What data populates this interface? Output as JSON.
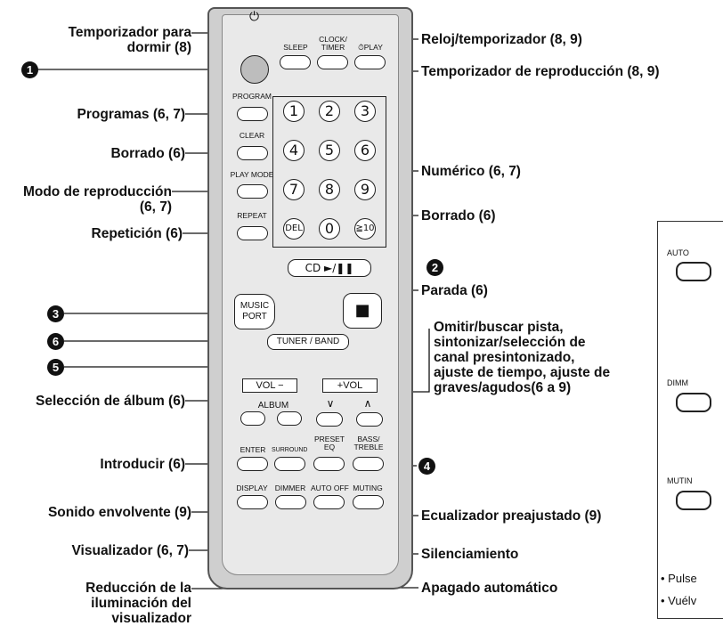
{
  "labels_left": [
    {
      "key": "sleep",
      "lines": [
        "Temporizador para",
        "dormir (8)"
      ]
    },
    {
      "key": "program",
      "lines": [
        "Programas (6, 7)"
      ]
    },
    {
      "key": "clear",
      "lines": [
        "Borrado (6)"
      ]
    },
    {
      "key": "playmode",
      "lines": [
        "Modo de reproducción",
        "(6, 7)"
      ]
    },
    {
      "key": "repeat",
      "lines": [
        "Repetición (6)"
      ]
    },
    {
      "key": "album",
      "lines": [
        "Selección de álbum (6)"
      ]
    },
    {
      "key": "enter",
      "lines": [
        "Introducir (6)"
      ]
    },
    {
      "key": "surround",
      "lines": [
        "Sonido envolvente (9)"
      ]
    },
    {
      "key": "display",
      "lines": [
        "Visualizador (6, 7)"
      ]
    },
    {
      "key": "dimmer",
      "lines": [
        "Reducción de la",
        "iluminación del",
        "visualizador"
      ]
    }
  ],
  "labels_right": [
    {
      "key": "clock",
      "text": "Reloj/temporizador (8, 9)"
    },
    {
      "key": "playtimer",
      "text": "Temporizador de reproducción (8, 9)"
    },
    {
      "key": "numeric",
      "text": "Numérico (6, 7)"
    },
    {
      "key": "del",
      "text": "Borrado (6)"
    },
    {
      "key": "stop",
      "text": "Parada (6)"
    },
    {
      "key": "skip",
      "lines": [
        "Omitir/buscar pista,",
        "sintonizar/selección de",
        "canal presintonizado,",
        "ajuste de tiempo, ajuste de",
        "graves/agudos(6 a 9)"
      ]
    },
    {
      "key": "preseteq",
      "text": "Ecualizador preajustado (9)"
    },
    {
      "key": "muting",
      "text": "Silenciamiento"
    },
    {
      "key": "autooff",
      "text": "Apagado automático"
    }
  ],
  "markers": [
    "1",
    "2",
    "3",
    "6",
    "5",
    "4"
  ],
  "remote": {
    "sleep": "SLEEP",
    "clock": "CLOCK/\nTIMER",
    "playtimer": "⏱PLAY",
    "program": "PROGRAM",
    "clear": "CLEAR",
    "playmode": "PLAY MODE",
    "repeat": "REPEAT",
    "digits": [
      "1",
      "2",
      "3",
      "4",
      "5",
      "6",
      "7",
      "8",
      "9"
    ],
    "del": "DEL",
    "zero": "0",
    "ten": "≧10",
    "cd": "CD ►/❚❚",
    "music": "MUSIC\nPORT",
    "stop": "■",
    "tuner": "TUNER / BAND",
    "vol_minus": "VOL −",
    "vol_plus": "+VOL",
    "album": "ALBUM",
    "down": "∨",
    "up": "∧",
    "enter": "ENTER",
    "surround": "SURROUND",
    "preset": "PRESET\nEQ",
    "bass": "BASS/\nTREBLE",
    "display": "DISPLAY",
    "dimmer": "DIMMER",
    "autooff": "AUTO OFF",
    "muting": "MUTING",
    "power": "⏻"
  },
  "side_panel": {
    "captions": [
      "AUTO",
      "DIMM",
      "MUTIN"
    ],
    "bullets": [
      "• Pulse",
      "• Vuélv"
    ]
  }
}
